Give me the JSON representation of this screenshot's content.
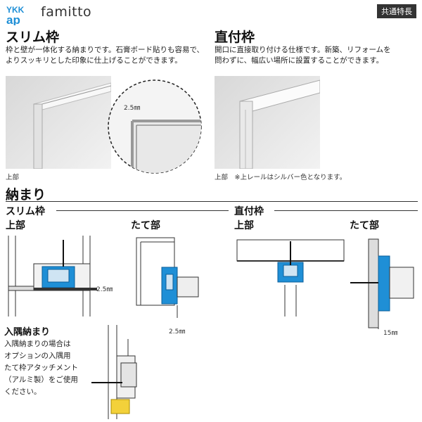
{
  "header": {
    "logo_top": "YKK",
    "logo_bottom": "ap",
    "brand": "famitto",
    "badge": "共通特長"
  },
  "slim": {
    "title": "スリム枠",
    "desc_line1": "枠と壁が一体化する納まりです。石膏ボード貼りも容易で、",
    "desc_line2": "よりスッキリとした印象に仕上げることができます。",
    "caption": "上部",
    "detail_dim": "2.5㎜"
  },
  "direct": {
    "title": "直付枠",
    "desc_line1": "開口に直接取り付ける仕様です。新築、リフォームを",
    "desc_line2": "問わずに、幅広い場所に設置することができます。",
    "caption": "上部　※上レールはシルバー色となります。"
  },
  "osamari": {
    "title": "納まり",
    "slim_label": "スリム枠",
    "direct_label": "直付枠",
    "top": "上部",
    "side": "たて部",
    "dim_slim_top": "2.5㎜",
    "dim_slim_side": "2.5㎜",
    "dim_direct_side": "15㎜"
  },
  "corner": {
    "title": "入隅納まり",
    "line1": "入隅納まりの場合は",
    "line2": "オプションの入隅用",
    "line3": "たて枠アタッチメント",
    "line4": "（アルミ製）をご使用",
    "line5": "ください。"
  },
  "colors": {
    "accent": "#1f8fd6",
    "yellow": "#f3d13a",
    "dark": "#333333"
  }
}
